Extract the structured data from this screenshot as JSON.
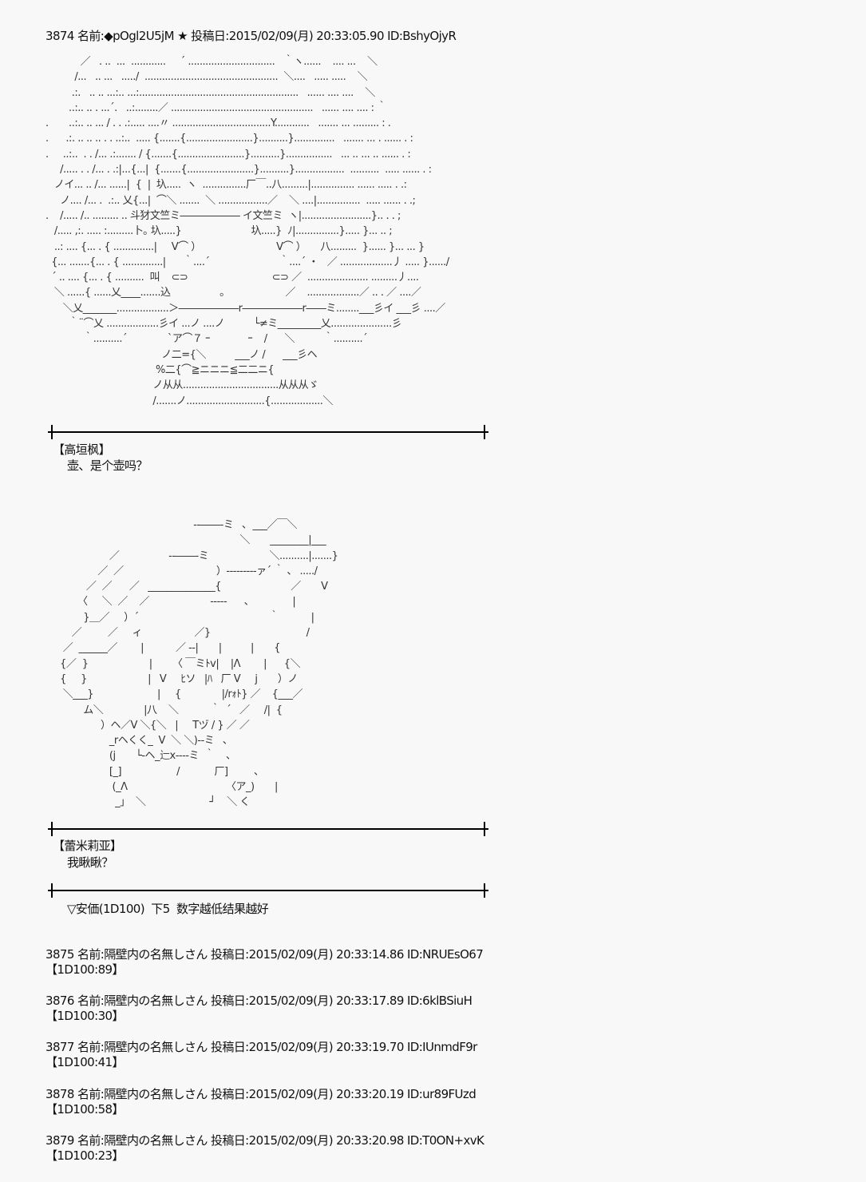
{
  "header": "3874 名前:◆pOgl2U5jM ★ 投稿日:2015/02/09(月) 20:33:05.90 ID:BshyOjyR",
  "art1": [
    "            ／   . ..  ...  ............     ´ ..............................   ｀ヽ......    .... ...    ＼",
    "          /...   .. ...   ...../  ..............................................  ＼....   ..... .....    ＼",
    "         .:.   .. .. ...:.. ...:.......................................................   ...... .... ....    ＼",
    "        ..:.. .. . ...´.   ..:........／ .................................................   ...... .... .... : ｀",
    ".       ..:.. .. ... / . . .:..... ....〃 ..................................Y............   ....... ... ......... : .",
    ".      .:. .. .. .. . . ..:..  ..... {.......{.......................}..........}..............   ....... ... . ...... . :",
    ".     ..:..  . . /... .:....... / {.......{.......................}..........}................   ... .. ... .. ...... . :",
    "     /..... . . /... . .:|...{...|  {.......{.......................}..........}.................  ..........  ..... ...... . :",
    "   ノイ... .. /... ......|  {  |  圦.....  ヽ  ...............厂￣..八.........|............... ...... ..... . .:",
    "     ノ.... /... .  .:.. 乂{...|  ⌒＼ .......  ＼ .................／    ＼ ....|...............  ..... ...... . .;",
    ".    /..... /.. ......... .. 斗犲文竺ミ―――――― イ文竺ミ  ヽ|........................}.. . . ;",
    "   /..... ,:. ..... :.........卜｡ 圦.....}                        圦.....}  ﾉ|...............}..... }... .. ;",
    "   ..: .... {... . { ..............|     V⌒ ）                          V⌒ ）     八.........  }...... }... ... }",
    "  {... .......{... . { ..............|      ｀....´                        ｀....´ ・   ／ ..................丿 ..... }....../",
    "  ´ .. .... {... . { ..........  叫    ⊂⊃                             ⊂⊃ ／  ..................... .........丿....",
    "   ＼ ......{ ......乂____.......込                 ｡                     ／    ..................／ .. . ／ ....／",
    "      ＼乂_______..................＞――――――r――――――r――ミ........___彡イ ___彡 ....／",
    "        ｀¨⌒乂 ..................彡イ ...ノ ....ノ          └≠ミ_________乂.....................彡",
    "             ｀..........´              `ア⌒７ ｰ             ｰ    /      ＼          ｀..........´",
    "                                        ノ二={＼          ___ノ /      ___彡ヘ",
    "                                      %二{⌒≧ニニニ≦二二ニ{",
    "                                     ノ从从.................................从从从ゞ",
    "                                     /.......ノ...........................{..................＼"
  ],
  "separator1": "",
  "speaker1": "【高垣枫】",
  "line1": "壶、是个壶吗？",
  "art2": [
    "                                                   ‐‐――‐ミ   ､  ___／￣＼",
    "                                                                   ＼       ________|___",
    "                      ／                 ‐‐――‐ミ                     ＼..........|.......}",
    "                  ／  ／                                ）‐‐‐‐‐‐‐‐‐ァ´ ｀ 、 ...../",
    "              ／  ／      ／   ______________{                        ／       V",
    "           〈     ＼  ／    ／                     ‐‐‐‐‐      ､               |",
    "             }＿／     ）´                                             ｀           |",
    "         ／         ／     ィ                  ／}                                 /",
    "      ／  ______／        |           ／ ‐‐|       |          |       {",
    "     {／  }                     |       〈 ￣ミﾄv|    |Λ        |      {＼",
    "     {     }                     |   V     ﾋソ   |ﾊ   厂 V     j       ）ノ",
    "      ＼___}                      |     {              |/rｫﾄ} ／    {___／",
    "             ム＼              |八    ＼           ｀  ´   ／     /|  {",
    "                   ）ヘ／V ＼{＼   |     Tヅ / } ／ ／",
    "                      _rヘくく_  V  ＼ ＼)‐‐ミ   ､",
    "                      (j       └‐ヘ_辷x‐‐‐‐ミ  ｀    ､",
    "                      [_]                   /            厂]         ､",
    "                       (_Λ                                  〈ア_)       |",
    "                        _」  ＼                      ┘    ＼ く"
  ],
  "speaker2": "【蕾米莉亚】",
  "line2": "我瞅瞅？",
  "dice_prompt": "▽安価(1D100)  下5  数字越低结果越好",
  "posts": [
    {
      "header": "3875 名前:隔壁内の名無しさん 投稿日:2015/02/09(月) 20:33:14.86 ID:NRUEsO67",
      "body": "【1D100:89】"
    },
    {
      "header": "3876 名前:隔壁内の名無しさん 投稿日:2015/02/09(月) 20:33:17.89 ID:6klBSiuH",
      "body": "【1D100:30】"
    },
    {
      "header": "3877 名前:隔壁内の名無しさん 投稿日:2015/02/09(月) 20:33:19.70 ID:IUnmdF9r",
      "body": "【1D100:41】"
    },
    {
      "header": "3878 名前:隔壁内の名無しさん 投稿日:2015/02/09(月) 20:33:20.19 ID:ur89FUzd",
      "body": "【1D100:58】"
    },
    {
      "header": "3879 名前:隔壁内の名無しさん 投稿日:2015/02/09(月) 20:33:20.98 ID:T0ON+xvK",
      "body": "【1D100:23】"
    }
  ]
}
